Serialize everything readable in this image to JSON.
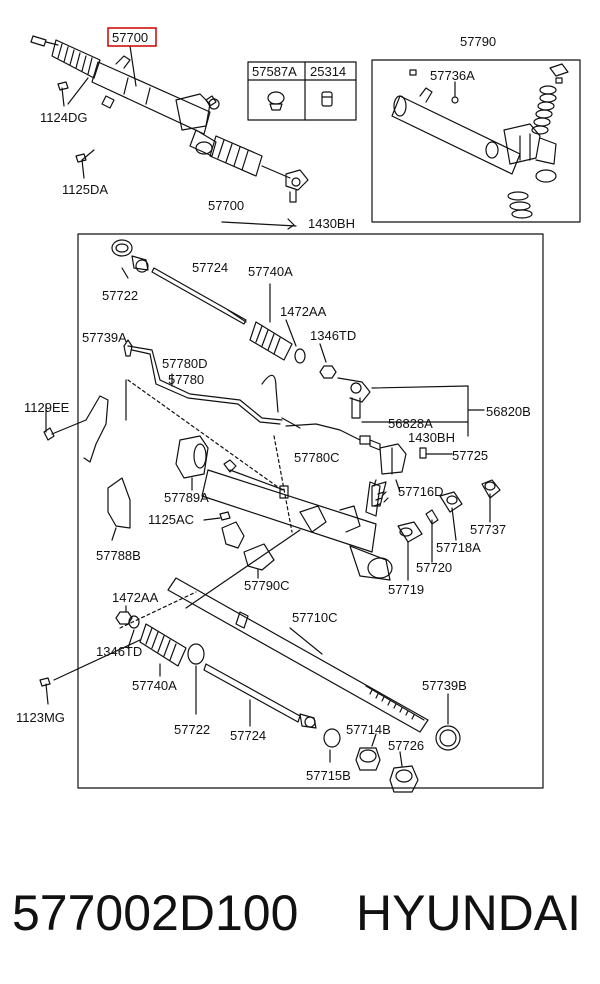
{
  "labels": {
    "top_highlight": "57700",
    "top_bolt_a": "1124DG",
    "top_bolt_b": "1125DA",
    "top_inset_a": "57587A",
    "top_inset_b": "25314",
    "top_right_assembly": "57790",
    "top_right_clip": "57736A",
    "top_main": "57700",
    "top_nut": "1430BH",
    "ring_top": "57722",
    "tie_rod_top": "57724",
    "boot_top": "57740A",
    "clamp_top": "1472AA",
    "clip_top": "1346TD",
    "pipe_left": "57739A",
    "pipe_d": "57780D",
    "pipe_main": "57780",
    "pipe_c": "57780C",
    "bolt_left": "1129EE",
    "tie_end_assembly": "56820B",
    "tie_end_sub": "56828A",
    "nut_mid": "1430BH",
    "valve": "57725",
    "yoke": "57716D",
    "yoke_plug": "57737",
    "yoke_spring": "57718A",
    "yoke_nut": "57720",
    "yoke_guide": "57719",
    "bushing": "57789A",
    "bolt_mid": "1125AC",
    "bracket_left": "57788B",
    "bracket_mid": "57790C",
    "clamp_bottom": "1472AA",
    "clip_bottom": "1346TD",
    "rack_bar": "57710C",
    "boot_bottom": "57740A",
    "bolt_bottom": "1123MG",
    "ring_bottom": "57722",
    "tie_rod_bottom": "57724",
    "seal_bottom": "57739B",
    "oring_bottom": "57714B",
    "snap_ring": "57715B",
    "bush_bottom": "57726"
  },
  "caption": {
    "part_number": "577002D100",
    "brand": "HYUNDAI"
  },
  "colors": {
    "highlight": "#cc0000",
    "line": "#111111"
  }
}
